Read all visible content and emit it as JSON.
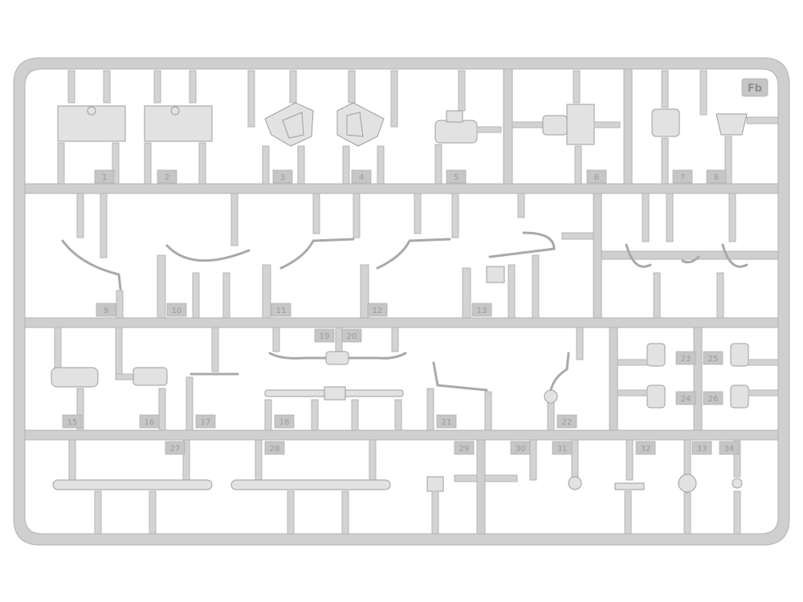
{
  "sprue_code": "Fb",
  "parts": [
    {
      "n": "1"
    },
    {
      "n": "2"
    },
    {
      "n": "3"
    },
    {
      "n": "4"
    },
    {
      "n": "5"
    },
    {
      "n": "6"
    },
    {
      "n": "7"
    },
    {
      "n": "8"
    },
    {
      "n": "9"
    },
    {
      "n": "10"
    },
    {
      "n": "11"
    },
    {
      "n": "12"
    },
    {
      "n": "13"
    },
    {
      "n": "15"
    },
    {
      "n": "16"
    },
    {
      "n": "17"
    },
    {
      "n": "18"
    },
    {
      "n": "19"
    },
    {
      "n": "20"
    },
    {
      "n": "21"
    },
    {
      "n": "22"
    },
    {
      "n": "23"
    },
    {
      "n": "24"
    },
    {
      "n": "25"
    },
    {
      "n": "26"
    },
    {
      "n": "27"
    },
    {
      "n": "28"
    },
    {
      "n": "29"
    },
    {
      "n": "30"
    },
    {
      "n": "31"
    },
    {
      "n": "32"
    },
    {
      "n": "33"
    },
    {
      "n": "34"
    }
  ],
  "colors": {
    "plastic": "#d3d3d3",
    "background": "#ffffff"
  }
}
